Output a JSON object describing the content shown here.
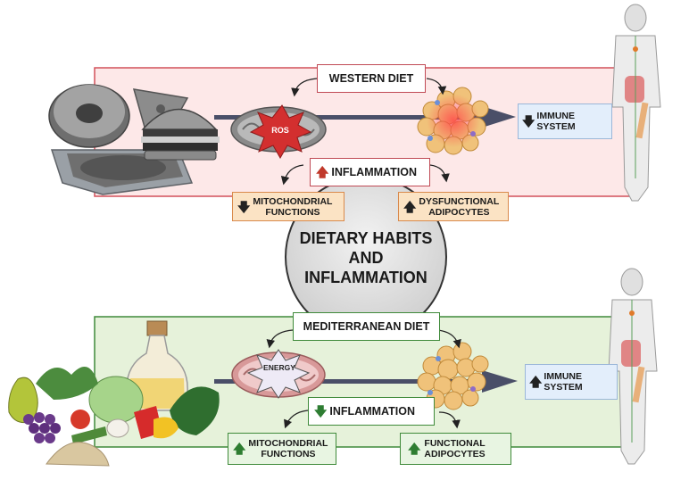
{
  "center": {
    "line1": "DIETARY HABITS",
    "line2": "AND",
    "line3": "INFLAMMATION"
  },
  "western": {
    "title": "WESTERN DIET",
    "ros": "ROS",
    "inflammation": "INFLAMMATION",
    "mito_line1": "MITOCHONDRIAL",
    "mito_line2": "FUNCTIONS",
    "adipo_line1": "DYSFUNCTIONAL",
    "adipo_line2": "ADIPOCYTES",
    "immune": "IMMUNE SYSTEM",
    "colors": {
      "panel_bg": "#fde8e8",
      "panel_border": "#d2505a",
      "label_bg": "#fbe3c4",
      "label_border": "#d98a4c",
      "up_arrow": "#c0392b"
    }
  },
  "mediterranean": {
    "title": "MEDITERRANEAN DIET",
    "energy": "ENERGY",
    "inflammation": "INFLAMMATION",
    "mito_line1": "MITOCHONDRIAL",
    "mito_line2": "FUNCTIONS",
    "adipo_line1": "FUNCTIONAL",
    "adipo_line2": "ADIPOCYTES",
    "immune": "IMMUNE SYSTEM",
    "colors": {
      "panel_bg": "#e6f2da",
      "panel_border": "#3f8a3a",
      "up_arrow": "#2e7d32"
    }
  },
  "icons": [
    "donut-icon",
    "pizza-icon",
    "burger-icon",
    "steak-tray-icon",
    "mitochondrion-icon",
    "adipose-cluster-icon",
    "human-body-icon",
    "olive-oil-bottle-icon",
    "vegetables-icon",
    "grapes-icon",
    "pear-icon",
    "grains-icon"
  ]
}
